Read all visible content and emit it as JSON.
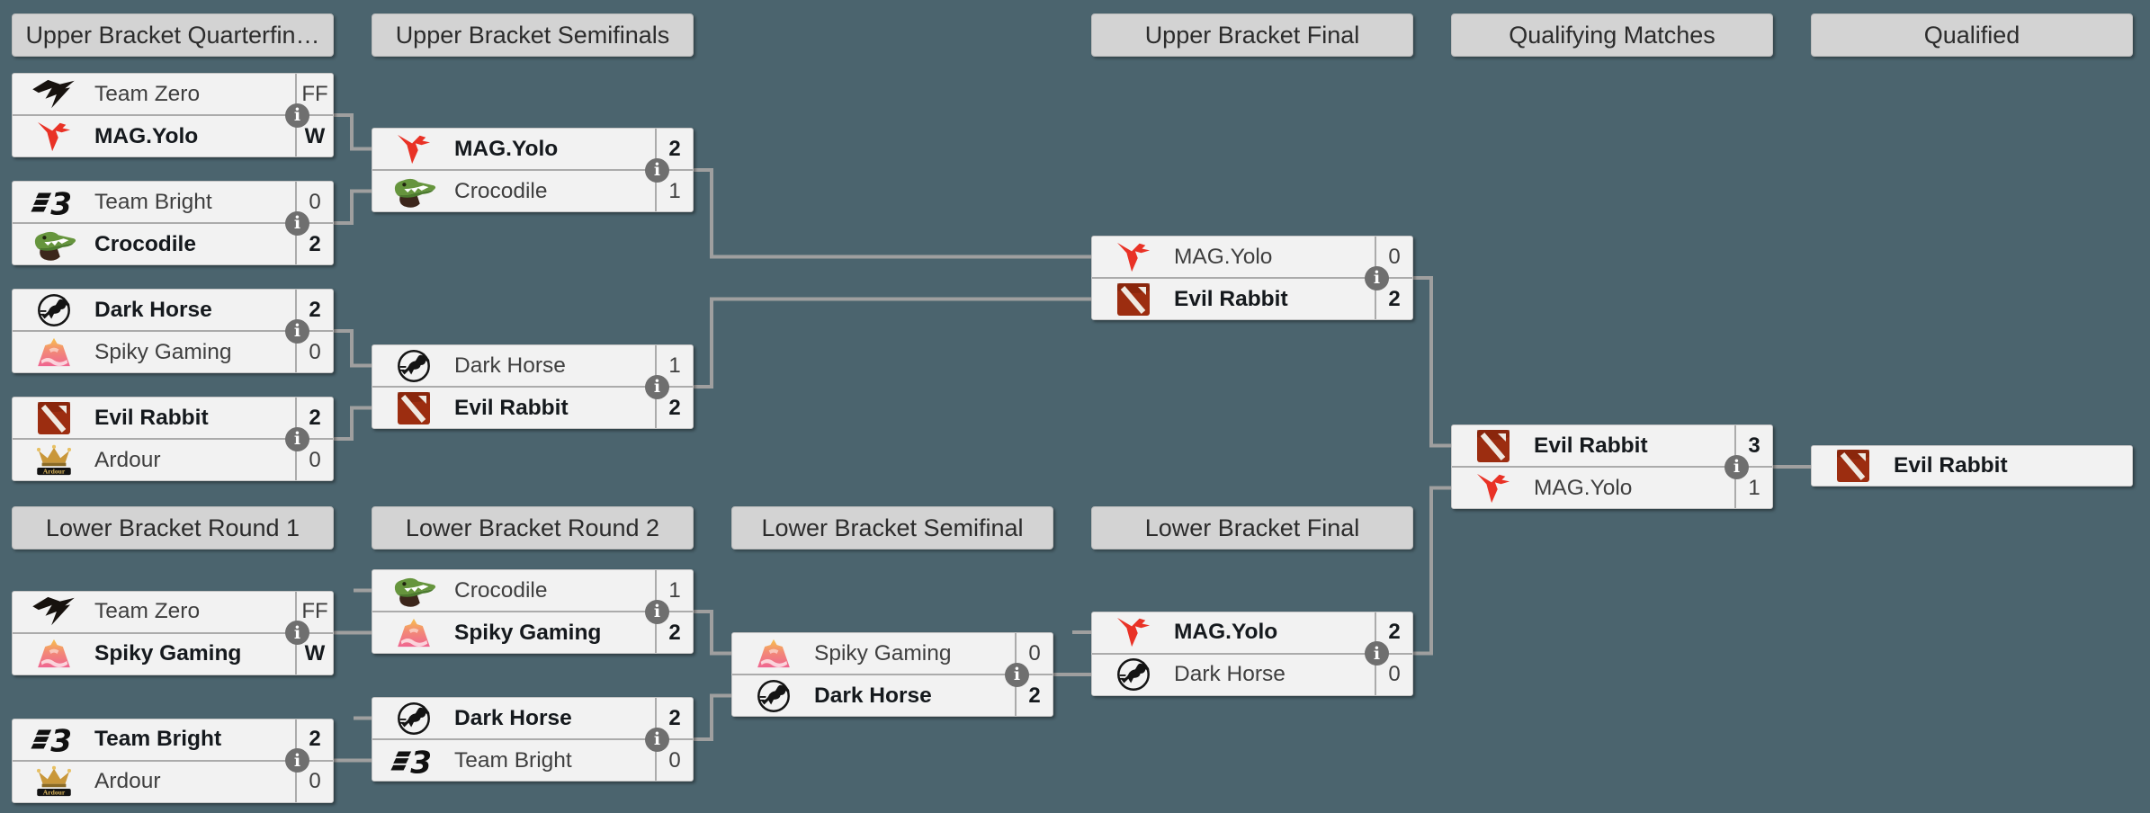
{
  "colors": {
    "background": "#4b646e",
    "connector": "#9f9f9f",
    "header_bg": "#d3d3d3",
    "match_bg": "#f2f2f2",
    "winner_text": "#15191d",
    "loser_text": "#3f3f3f",
    "info_icon_bg": "#6f6f6f",
    "mag_yolo_red": "#e93226",
    "crocodile_green": "#66953d",
    "spiky_pink": "#ef6590",
    "evil_rabbit_red": "#9c2d10",
    "ardour_gold": "#c9973a"
  },
  "info_icon_glyph": "i",
  "headers": {
    "ub_qf": "Upper Bracket Quarterfin…",
    "ub_sf": "Upper Bracket Semifinals",
    "ub_final": "Upper Bracket Final",
    "qualifying": "Qualifying Matches",
    "qualified": "Qualified",
    "lb_r1": "Lower Bracket Round 1",
    "lb_r2": "Lower Bracket Round 2",
    "lb_sf": "Lower Bracket Semifinal",
    "lb_final": "Lower Bracket Final"
  },
  "matches": {
    "ub_qf_1": {
      "teams": [
        {
          "name": "Team Zero",
          "score": "FF",
          "winner": false,
          "icon": "team-zero-logo"
        },
        {
          "name": "MAG.Yolo",
          "score": "W",
          "winner": true,
          "icon": "mag-yolo-logo"
        }
      ]
    },
    "ub_qf_2": {
      "teams": [
        {
          "name": "Team Bright",
          "score": "0",
          "winner": false,
          "icon": "team-bright-logo"
        },
        {
          "name": "Crocodile",
          "score": "2",
          "winner": true,
          "icon": "crocodile-logo"
        }
      ]
    },
    "ub_qf_3": {
      "teams": [
        {
          "name": "Dark Horse",
          "score": "2",
          "winner": true,
          "icon": "dark-horse-logo"
        },
        {
          "name": "Spiky Gaming",
          "score": "0",
          "winner": false,
          "icon": "spiky-gaming-logo"
        }
      ]
    },
    "ub_qf_4": {
      "teams": [
        {
          "name": "Evil Rabbit",
          "score": "2",
          "winner": true,
          "icon": "evil-rabbit-logo"
        },
        {
          "name": "Ardour",
          "score": "0",
          "winner": false,
          "icon": "ardour-logo"
        }
      ]
    },
    "ub_sf_1": {
      "teams": [
        {
          "name": "MAG.Yolo",
          "score": "2",
          "winner": true,
          "icon": "mag-yolo-logo"
        },
        {
          "name": "Crocodile",
          "score": "1",
          "winner": false,
          "icon": "crocodile-logo"
        }
      ]
    },
    "ub_sf_2": {
      "teams": [
        {
          "name": "Dark Horse",
          "score": "1",
          "winner": false,
          "icon": "dark-horse-logo"
        },
        {
          "name": "Evil Rabbit",
          "score": "2",
          "winner": true,
          "icon": "evil-rabbit-logo"
        }
      ]
    },
    "ub_final": {
      "teams": [
        {
          "name": "MAG.Yolo",
          "score": "0",
          "winner": false,
          "icon": "mag-yolo-logo"
        },
        {
          "name": "Evil Rabbit",
          "score": "2",
          "winner": true,
          "icon": "evil-rabbit-logo"
        }
      ]
    },
    "grand_final": {
      "teams": [
        {
          "name": "Evil Rabbit",
          "score": "3",
          "winner": true,
          "icon": "evil-rabbit-logo"
        },
        {
          "name": "MAG.Yolo",
          "score": "1",
          "winner": false,
          "icon": "mag-yolo-logo"
        }
      ]
    },
    "lb_r1_1": {
      "teams": [
        {
          "name": "Team Zero",
          "score": "FF",
          "winner": false,
          "icon": "team-zero-logo"
        },
        {
          "name": "Spiky Gaming",
          "score": "W",
          "winner": true,
          "icon": "spiky-gaming-logo"
        }
      ]
    },
    "lb_r1_2": {
      "teams": [
        {
          "name": "Team Bright",
          "score": "2",
          "winner": true,
          "icon": "team-bright-logo"
        },
        {
          "name": "Ardour",
          "score": "0",
          "winner": false,
          "icon": "ardour-logo"
        }
      ]
    },
    "lb_r2_1": {
      "teams": [
        {
          "name": "Crocodile",
          "score": "1",
          "winner": false,
          "icon": "crocodile-logo"
        },
        {
          "name": "Spiky Gaming",
          "score": "2",
          "winner": true,
          "icon": "spiky-gaming-logo"
        }
      ]
    },
    "lb_r2_2": {
      "teams": [
        {
          "name": "Dark Horse",
          "score": "2",
          "winner": true,
          "icon": "dark-horse-logo"
        },
        {
          "name": "Team Bright",
          "score": "0",
          "winner": false,
          "icon": "team-bright-logo"
        }
      ]
    },
    "lb_sf": {
      "teams": [
        {
          "name": "Spiky Gaming",
          "score": "0",
          "winner": false,
          "icon": "spiky-gaming-logo"
        },
        {
          "name": "Dark Horse",
          "score": "2",
          "winner": true,
          "icon": "dark-horse-logo"
        }
      ]
    },
    "lb_final": {
      "teams": [
        {
          "name": "MAG.Yolo",
          "score": "2",
          "winner": true,
          "icon": "mag-yolo-logo"
        },
        {
          "name": "Dark Horse",
          "score": "0",
          "winner": false,
          "icon": "dark-horse-logo"
        }
      ]
    }
  },
  "qualified_team": {
    "name": "Evil Rabbit",
    "icon": "evil-rabbit-logo"
  }
}
